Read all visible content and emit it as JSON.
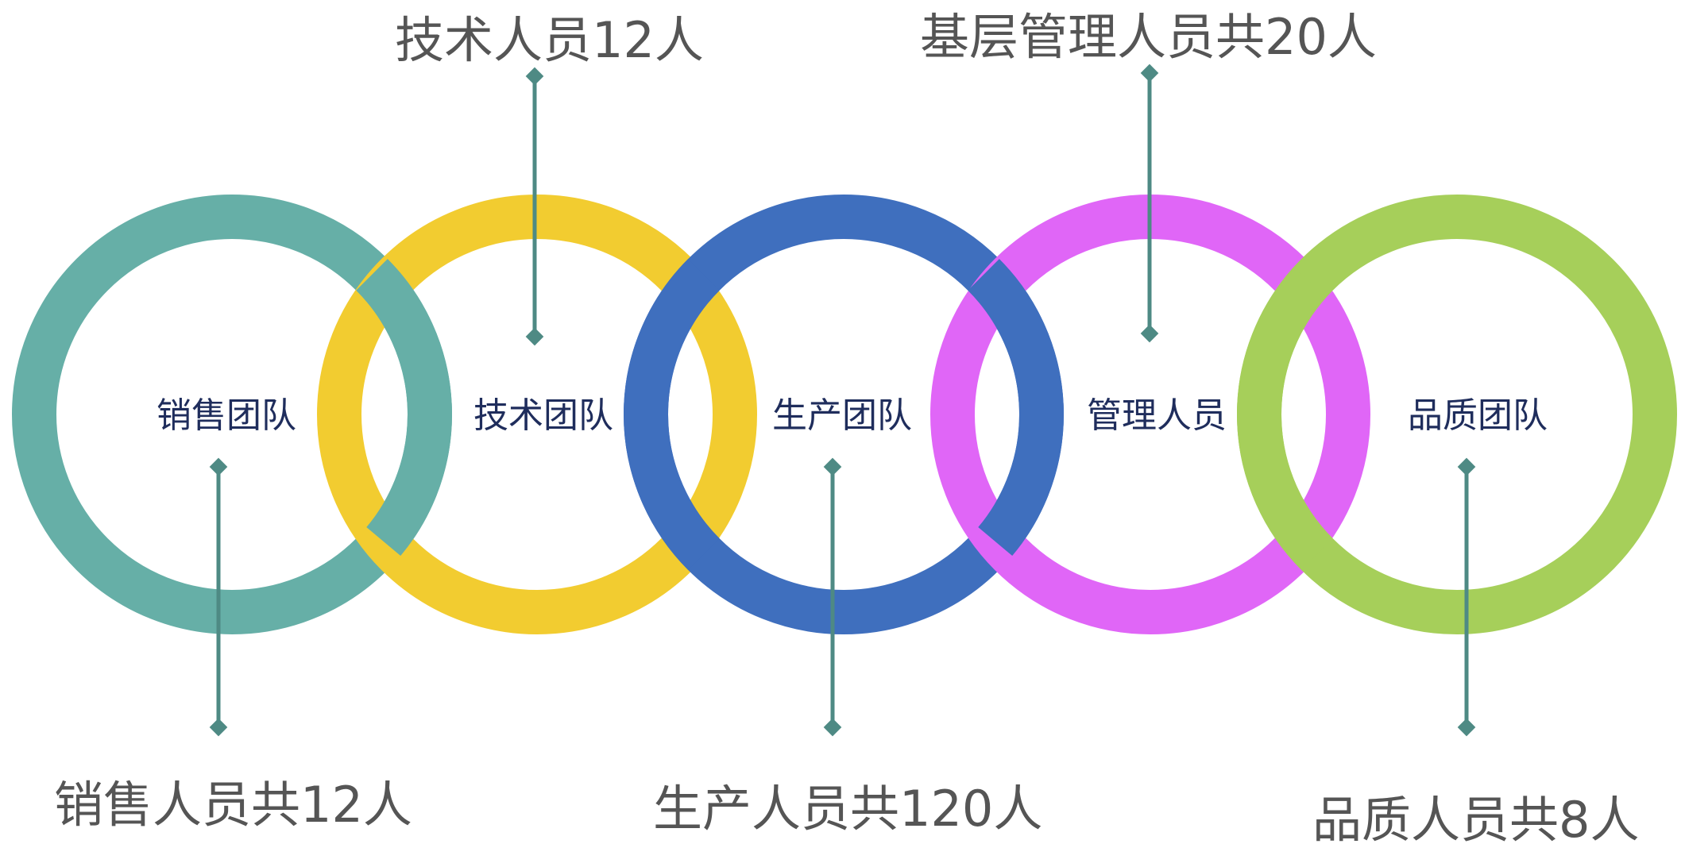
{
  "teams": [
    {
      "id": "sales",
      "label": "销售团队",
      "color": "#66afa7"
    },
    {
      "id": "tech",
      "label": "技术团队",
      "color": "#f2cc30"
    },
    {
      "id": "prod",
      "label": "生产团队",
      "color": "#3f6fbe"
    },
    {
      "id": "mgmt",
      "label": "管理人员",
      "color": "#e066f7"
    },
    {
      "id": "quality",
      "label": "品质团队",
      "color": "#a6cf5a"
    }
  ],
  "callouts": [
    {
      "team": "sales",
      "text": "销售人员共12人"
    },
    {
      "team": "tech",
      "text": "技术人员12人"
    },
    {
      "team": "prod",
      "text": "生产人员共120人"
    },
    {
      "team": "mgmt",
      "text": "基层管理人员共20人"
    },
    {
      "team": "quality",
      "text": "品质人员共8人"
    }
  ],
  "connector_color": "#4e8a84"
}
